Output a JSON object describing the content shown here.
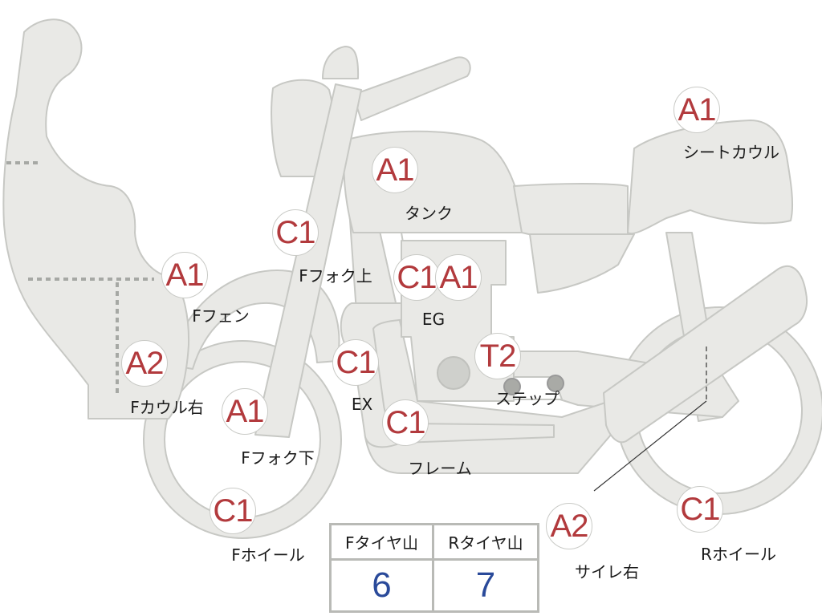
{
  "colors": {
    "body_fill": "#e9e9e6",
    "body_stroke": "#c7c8c4",
    "marker_text": "#b23a3d",
    "table_value": "#2a4a9a"
  },
  "parts": [
    {
      "id": "seat-cowl",
      "grade": "A1",
      "label": "シートカウル"
    },
    {
      "id": "tank",
      "grade": "A1",
      "label": "タンク"
    },
    {
      "id": "f-fork-upper",
      "grade": "C1",
      "label": "Fフォク上"
    },
    {
      "id": "f-fender",
      "grade": "A1",
      "label": "Fフェン"
    },
    {
      "id": "engine-c",
      "grade": "C1",
      "label": "EG"
    },
    {
      "id": "engine-a",
      "grade": "A1",
      "label": ""
    },
    {
      "id": "f-cowl-right",
      "grade": "A2",
      "label": "Fカウル右"
    },
    {
      "id": "exhaust",
      "grade": "C1",
      "label": "EX"
    },
    {
      "id": "step",
      "grade": "T2",
      "label": "ステップ"
    },
    {
      "id": "f-fork-lower",
      "grade": "A1",
      "label": "Fフォク下"
    },
    {
      "id": "frame",
      "grade": "C1",
      "label": "フレーム"
    },
    {
      "id": "f-wheel",
      "grade": "C1",
      "label": "Fホイール"
    },
    {
      "id": "silencer-right",
      "grade": "A2",
      "label": "サイレ右"
    },
    {
      "id": "r-wheel",
      "grade": "C1",
      "label": "Rホイール"
    }
  ],
  "tread_table": {
    "headers": [
      "Fタイヤ山",
      "Rタイヤ山"
    ],
    "values": [
      "6",
      "7"
    ]
  }
}
